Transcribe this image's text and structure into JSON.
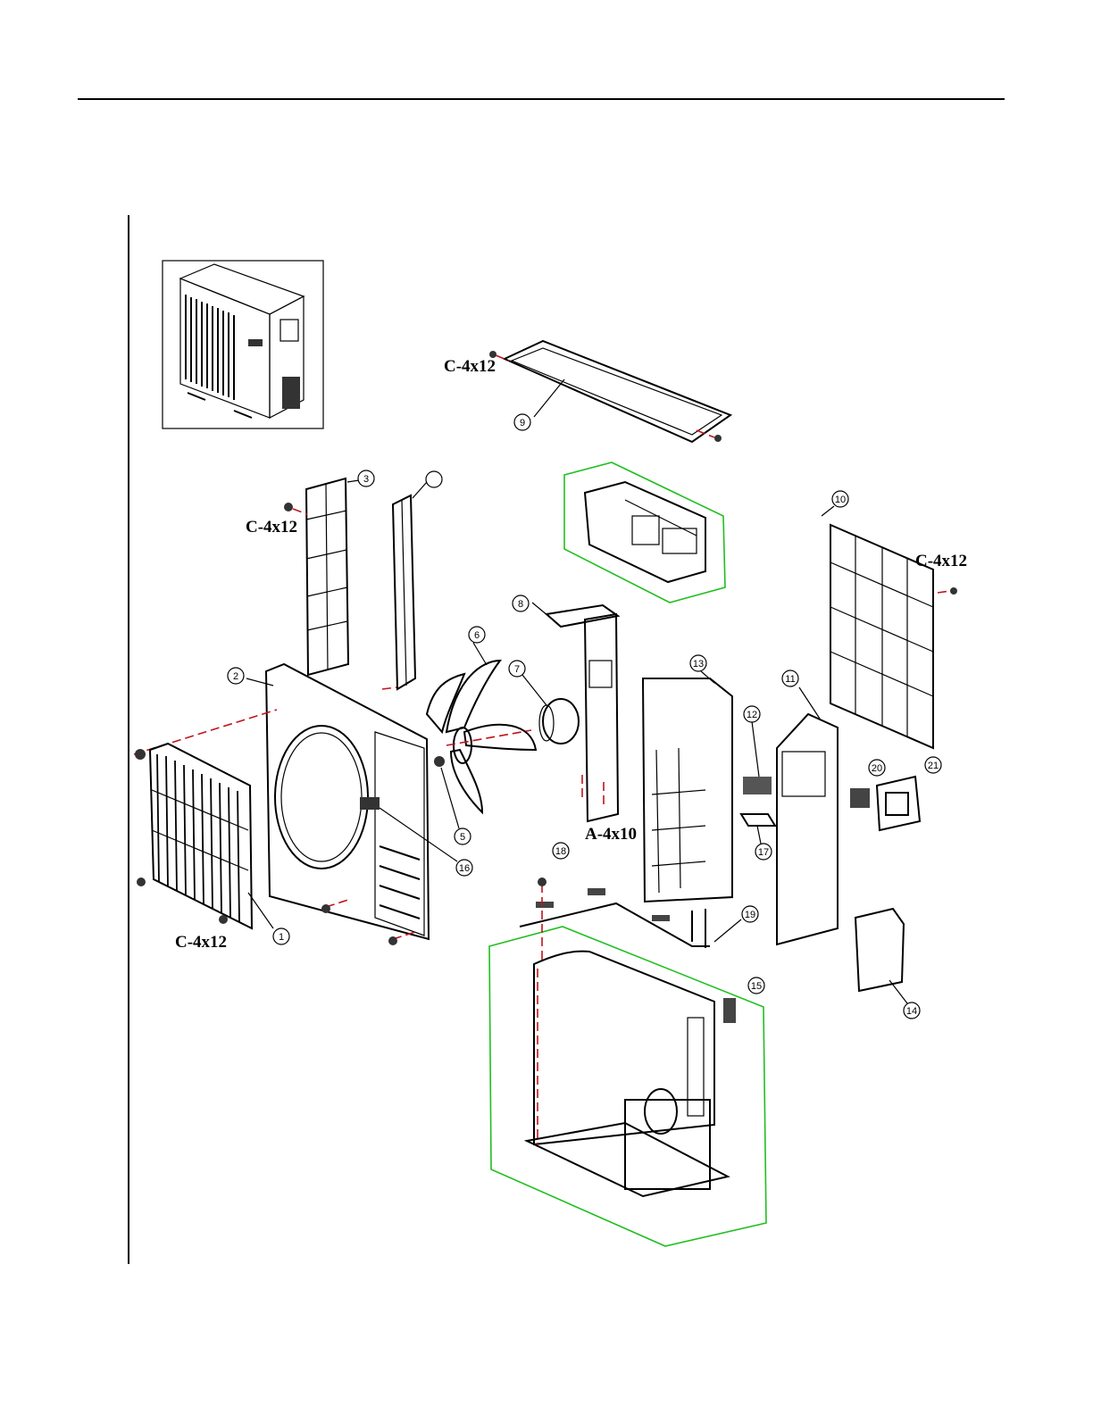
{
  "diagram": {
    "part_labels": [
      "1",
      "2",
      "3",
      "5",
      "6",
      "7",
      "8",
      "9",
      "10",
      "11",
      "12",
      "13",
      "14",
      "15",
      "16",
      "17",
      "18",
      "19",
      "20",
      "21"
    ],
    "screw_labels": {
      "top_cover": "C-4x12",
      "left_grille": "C-4x12",
      "right_grille": "C-4x12",
      "front_grille": "C-4x12",
      "motor_bracket": "A-4x10"
    }
  },
  "colors": {
    "line": "#000000",
    "screw_path": "#c0141b",
    "assembly_outline": "#1fbf1f"
  }
}
